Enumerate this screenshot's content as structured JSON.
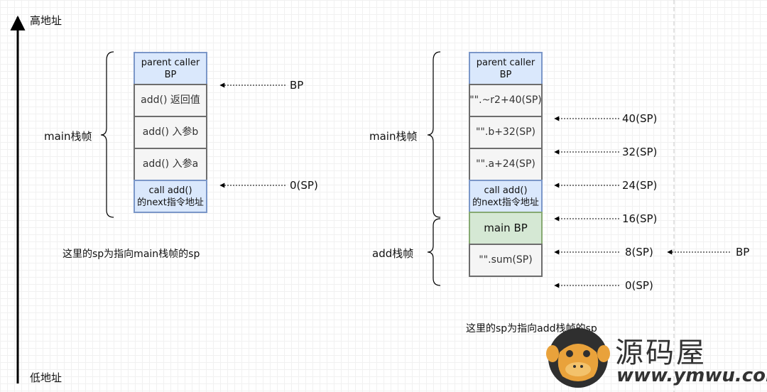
{
  "axis": {
    "high": "高地址",
    "low": "低地址"
  },
  "left": {
    "frame_label": "main栈帧",
    "cells": [
      "parent caller BP",
      "add() 返回值",
      "add() 入参b",
      "add() 入参a",
      "call add()\n的next指令地址"
    ],
    "pointers": [
      "BP",
      "0(SP)"
    ],
    "note": "这里的sp为指向main栈帧的sp"
  },
  "right": {
    "main_label": "main栈帧",
    "add_label": "add栈帧",
    "cells": [
      "parent caller BP",
      "\"\".~r2+40(SP)",
      "\"\".b+32(SP)",
      "\"\".a+24(SP)",
      "call add()\n的next指令地址",
      "main BP",
      "\"\".sum(SP)"
    ],
    "offsets": [
      "40(SP)",
      "32(SP)",
      "24(SP)",
      "16(SP)",
      "8(SP)",
      "0(SP)"
    ],
    "bp_label": "BP",
    "note": "这里的sp为指向add栈帧的sp"
  },
  "watermark": {
    "cn": "源码屋",
    "en": "www.ymwu.com"
  },
  "colors": {
    "blue_fill": "#dae8fc",
    "gray_fill": "#f5f5f5",
    "green_fill": "#d5e8d4",
    "line": "#000000"
  }
}
